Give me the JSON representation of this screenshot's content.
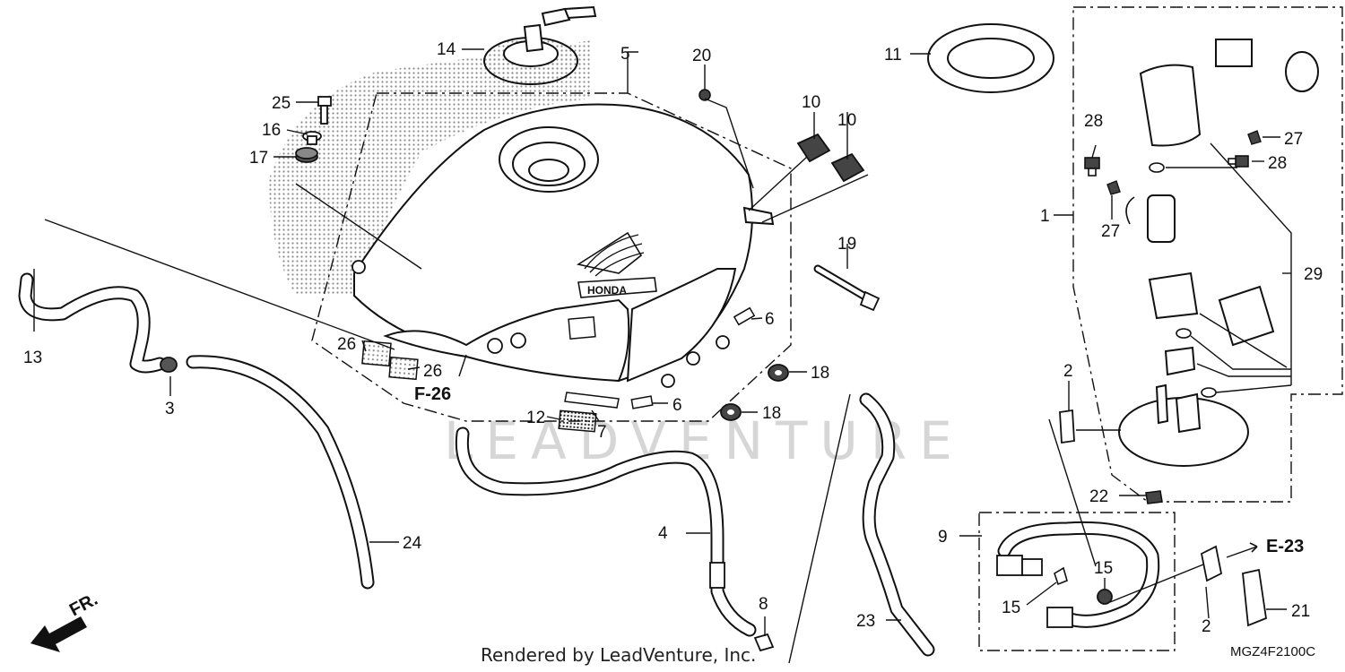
{
  "diagram": {
    "part_labels": {
      "p1": "1",
      "p2a": "2",
      "p2b": "2",
      "p3": "3",
      "p4": "4",
      "p5": "5",
      "p6a": "6",
      "p6b": "6",
      "p7": "7",
      "p8": "8",
      "p9": "9",
      "p10a": "10",
      "p10b": "10",
      "p11": "11",
      "p12": "12",
      "p13": "13",
      "p14": "14",
      "p15a": "15",
      "p15b": "15",
      "p16": "16",
      "p17": "17",
      "p18a": "18",
      "p18b": "18",
      "p19": "19",
      "p20": "20",
      "p21": "21",
      "p22": "22",
      "p23": "23",
      "p24": "24",
      "p25": "25",
      "p26a": "26",
      "p26b": "26",
      "p27a": "27",
      "p27b": "27",
      "p28a": "28",
      "p28b": "28",
      "p29": "29"
    },
    "references": {
      "f26": "F-26",
      "e23": "E-23"
    },
    "direction_label": "FR.",
    "diagram_code": "MGZ4F2100C",
    "tank_brand": "HONDA",
    "watermark": "LEADVENTURE",
    "credit": "Rendered by LeadVenture, Inc."
  }
}
